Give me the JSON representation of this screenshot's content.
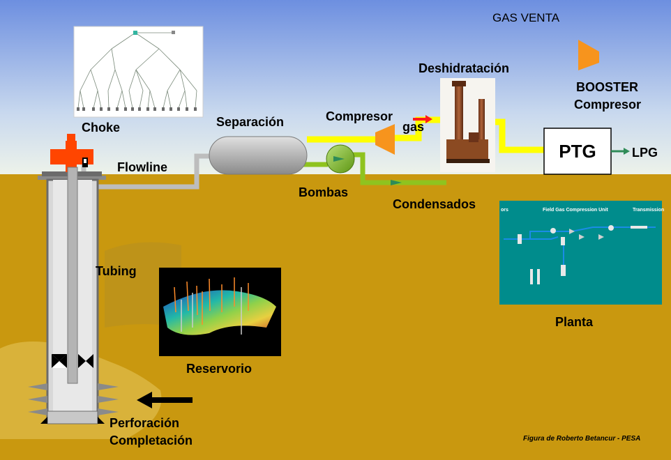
{
  "labels": {
    "gas_venta": "GAS VENTA",
    "booster": "BOOSTER",
    "booster_compresor": "Compresor",
    "deshidratacion": "Deshidratación",
    "compresor": "Compresor",
    "gas": "gas",
    "separacion": "Separación",
    "choke": "Choke",
    "flowline": "Flowline",
    "bombas": "Bombas",
    "condensados": "Condensados",
    "ptg": "PTG",
    "lpg": "LPG",
    "tubing": "Tubing",
    "planta": "Planta",
    "reservorio": "Reservorio",
    "perforacion": "Perforación",
    "completacion": "Completación",
    "credit": "Figura de Roberto Betancur - PESA"
  },
  "plant_panel": {
    "title": "Field Gas Compression Unit",
    "transmission": "Transmission",
    "ors": "ors"
  },
  "colors": {
    "sky_top": "#6d8fe0",
    "sky_bottom": "#e6efef",
    "ground": "#c9980f",
    "gas_line": "#ffff00",
    "condensate_line": "#8fc31f",
    "flowline": "#bdbdbd",
    "compressor": "#f7941d",
    "choke": "#ff4500",
    "panel": "#008c8c"
  }
}
